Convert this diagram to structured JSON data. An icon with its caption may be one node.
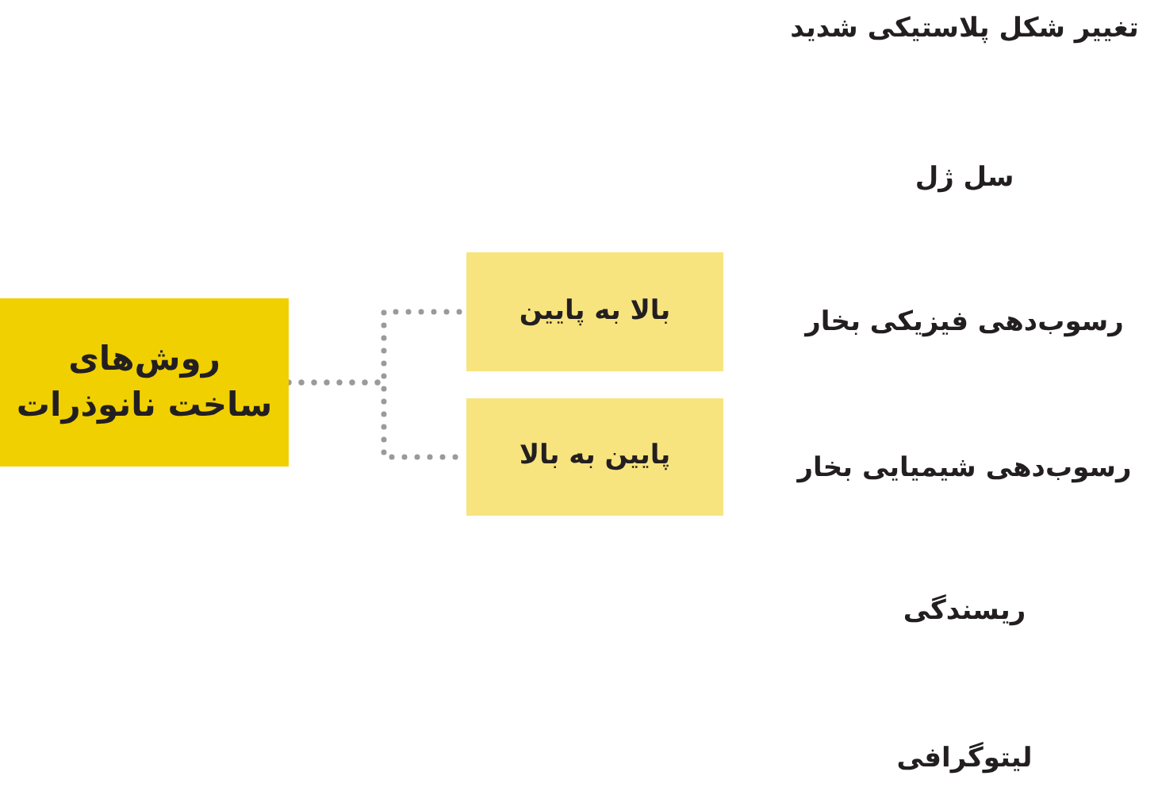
{
  "diagram": {
    "nodes": [
      {
        "text": [
          "روش‌های ساخت نانوذرات"
        ]
      },
      {
        "text": [
          "بالا به پایین"
        ]
      },
      {
        "text": [
          "پایین به بالا"
        ]
      }
    ],
    "edges": [
      {
        "from": 0,
        "to": 1,
        "arrow": "none",
        "style": "dashed"
      },
      {
        "from": 0,
        "to": 2,
        "arrow": "none",
        "style": "dashed"
      }
    ],
    "labels": [
      "تغییر شکل پلاستیکی شدید",
      "سل ژل",
      "رسوب‌دهی فیزیکی بخار",
      "رسوب‌دهی شیمیایی بخار",
      "ریسندگی",
      "لیتوگرافی"
    ]
  }
}
